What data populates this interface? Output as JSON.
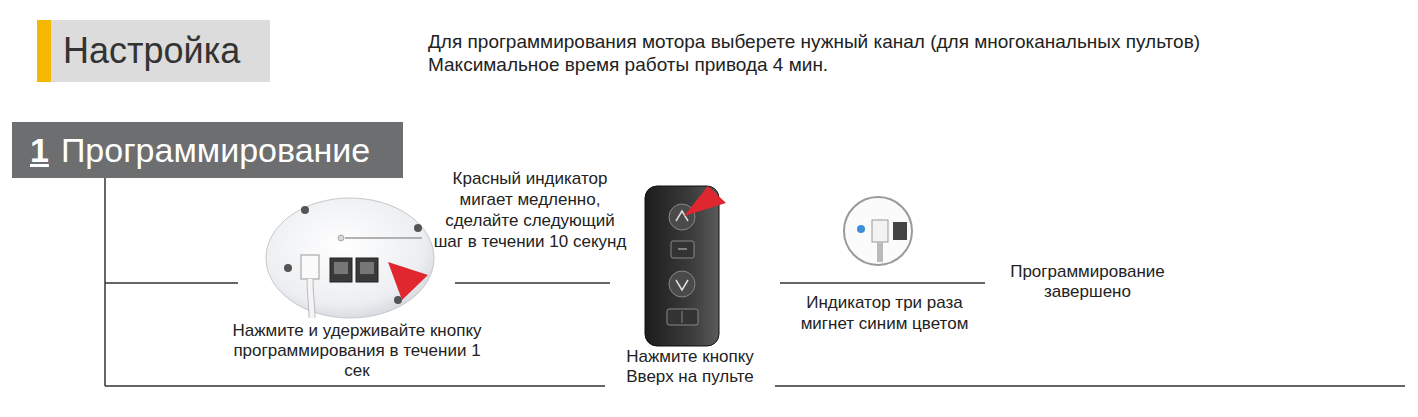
{
  "diagram": {
    "title": "Настройка",
    "nodes": [
      {
        "text": [
          "1",
          "Программирование"
        ]
      }
    ],
    "labels": [
      "Для программирования мотора выберете нужный канал (для многоканальных пультов)",
      "Максимальное время работы привода 4 мин.",
      "Красный индикатор мигает медленно, сделайте следующий шаг в течении 10 секунд",
      "Нажмите и удерживайте кнопку программирования в течении 1 сек",
      "Нажмите кнопку Вверх на пульте",
      "Индикатор три раза мигнет синим цветом",
      "Программирование завершено"
    ]
  }
}
